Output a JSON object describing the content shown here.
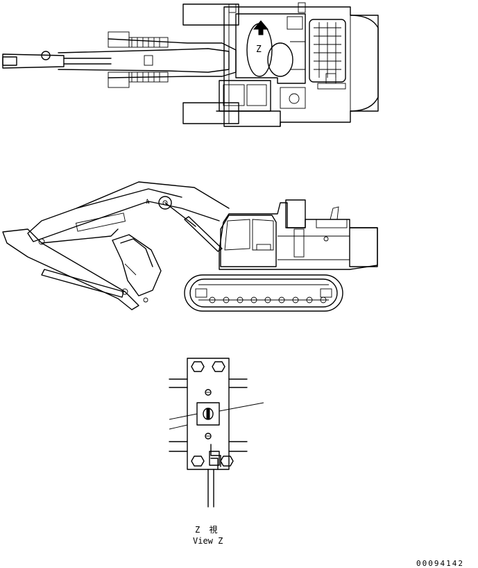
{
  "views": {
    "top_marker": "Z",
    "side_marker": "4",
    "view_z_title_jp": "Z 視",
    "view_z_title_en": "View Z"
  },
  "footer": {
    "drawing_number": "00094142"
  },
  "colors": {
    "line": "#000000",
    "background": "#ffffff"
  }
}
